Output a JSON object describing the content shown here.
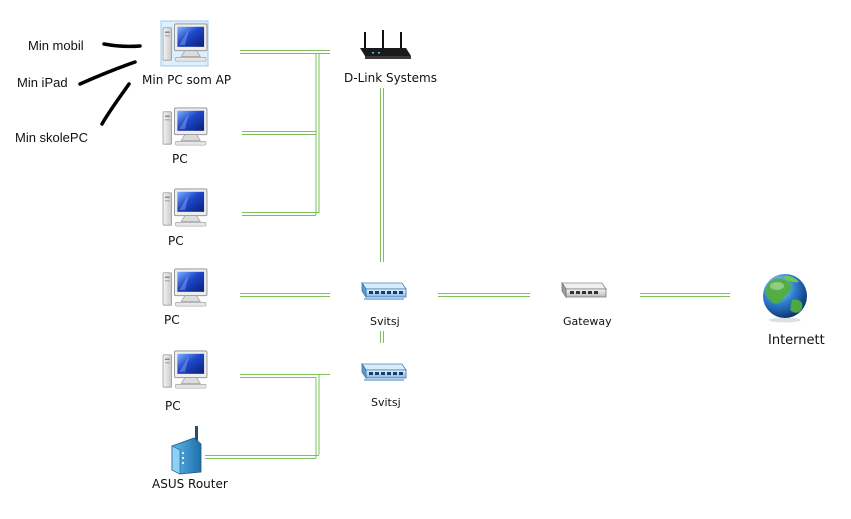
{
  "diagram": {
    "colors": {
      "link": "#7cc05a",
      "ink": "#111111"
    },
    "nodes": {
      "pc_ap": {
        "label": "Min PC som AP",
        "icon": "computer-icon",
        "selected": true
      },
      "pc1": {
        "label": "PC",
        "icon": "computer-icon"
      },
      "pc2": {
        "label": "PC",
        "icon": "computer-icon"
      },
      "pc3": {
        "label": "PC",
        "icon": "computer-icon"
      },
      "pc4": {
        "label": "PC",
        "icon": "computer-icon"
      },
      "asus": {
        "label": "ASUS Router",
        "icon": "wireless-router-icon"
      },
      "dlink": {
        "label": "D-Link Systems",
        "icon": "router-icon"
      },
      "switch1": {
        "label": "Svitsj",
        "icon": "switch-icon"
      },
      "switch2": {
        "label": "Svitsj",
        "icon": "switch-icon"
      },
      "gateway": {
        "label": "Gateway",
        "icon": "gateway-icon"
      },
      "internet": {
        "label": "Internett",
        "icon": "globe-icon"
      }
    },
    "annotations": {
      "mobil": "Min mobil",
      "ipad": "Min iPad",
      "skolepc": "Min skolePC"
    }
  }
}
